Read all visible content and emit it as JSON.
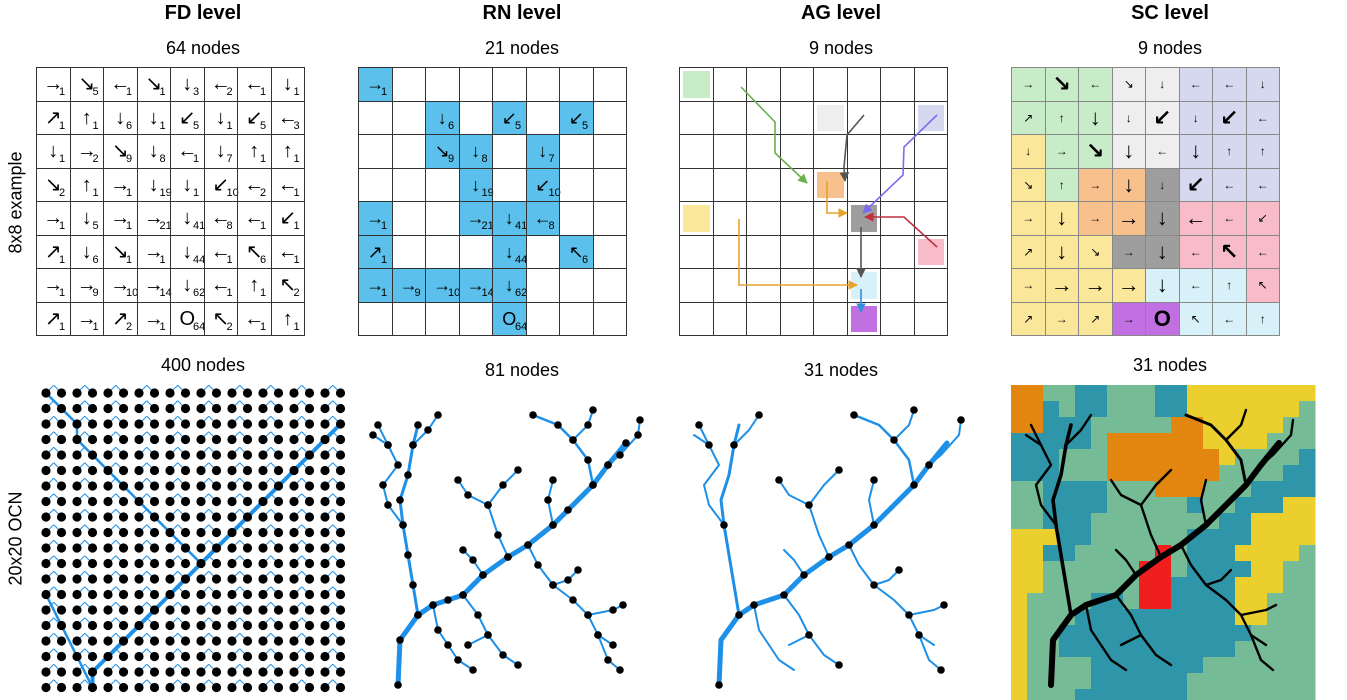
{
  "columns": [
    {
      "title": "FD level",
      "top_nodes": "64 nodes",
      "bottom_nodes": "400 nodes"
    },
    {
      "title": "RN level",
      "top_nodes": "21 nodes",
      "bottom_nodes": "81 nodes"
    },
    {
      "title": "AG level",
      "top_nodes": "9 nodes",
      "bottom_nodes": "31 nodes"
    },
    {
      "title": "SC level",
      "top_nodes": "9 nodes",
      "bottom_nodes": "31 nodes"
    }
  ],
  "rows": [
    "8x8 example",
    "20x20 OCN"
  ],
  "fd_grid": [
    [
      [
        "→",
        "1"
      ],
      [
        "↘",
        "5"
      ],
      [
        "←",
        "1"
      ],
      [
        "↘",
        "1"
      ],
      [
        "↓",
        "3"
      ],
      [
        "←",
        "2"
      ],
      [
        "←",
        "1"
      ],
      [
        "↓",
        "1"
      ]
    ],
    [
      [
        "↗",
        "1"
      ],
      [
        "↑",
        "1"
      ],
      [
        "↓",
        "6"
      ],
      [
        "↓",
        "1"
      ],
      [
        "↙",
        "5"
      ],
      [
        "↓",
        "1"
      ],
      [
        "↙",
        "5"
      ],
      [
        "←",
        "3"
      ]
    ],
    [
      [
        "↓",
        "1"
      ],
      [
        "→",
        "2"
      ],
      [
        "↘",
        "9"
      ],
      [
        "↓",
        "8"
      ],
      [
        "←",
        "1"
      ],
      [
        "↓",
        "7"
      ],
      [
        "↑",
        "1"
      ],
      [
        "↑",
        "1"
      ]
    ],
    [
      [
        "↘",
        "2"
      ],
      [
        "↑",
        "1"
      ],
      [
        "→",
        "1"
      ],
      [
        "↓",
        "19"
      ],
      [
        "↓",
        "1"
      ],
      [
        "↙",
        "10"
      ],
      [
        "←",
        "2"
      ],
      [
        "←",
        "1"
      ]
    ],
    [
      [
        "→",
        "1"
      ],
      [
        "↓",
        "5"
      ],
      [
        "→",
        "1"
      ],
      [
        "→",
        "21"
      ],
      [
        "↓",
        "41"
      ],
      [
        "←",
        "8"
      ],
      [
        "←",
        "1"
      ],
      [
        "↙",
        "1"
      ]
    ],
    [
      [
        "↗",
        "1"
      ],
      [
        "↓",
        "6"
      ],
      [
        "↘",
        "1"
      ],
      [
        "→",
        "1"
      ],
      [
        "↓",
        "44"
      ],
      [
        "←",
        "1"
      ],
      [
        "↖",
        "6"
      ],
      [
        "←",
        "1"
      ]
    ],
    [
      [
        "→",
        "1"
      ],
      [
        "→",
        "9"
      ],
      [
        "→",
        "10"
      ],
      [
        "→",
        "14"
      ],
      [
        "↓",
        "62"
      ],
      [
        "←",
        "1"
      ],
      [
        "↑",
        "1"
      ],
      [
        "↖",
        "2"
      ]
    ],
    [
      [
        "↗",
        "1"
      ],
      [
        "→",
        "1"
      ],
      [
        "↗",
        "2"
      ],
      [
        "→",
        "1"
      ],
      [
        "O",
        "64"
      ],
      [
        "↖",
        "2"
      ],
      [
        "←",
        "1"
      ],
      [
        "↑",
        "1"
      ]
    ]
  ],
  "colors": {
    "rn_blue": "#5bc0eb",
    "net_blue": "#1e90e8",
    "sc_green": "#c8ecc8",
    "sc_grey": "#eeeeee",
    "sc_lav": "#d6d8f0",
    "sc_yellow": "#fbe79a",
    "sc_orange": "#f7c08c",
    "sc_dgrey": "#9e9e9e",
    "sc_pink": "#f7bcc8",
    "sc_light": "#d8f0f8",
    "sc_purple": "#c070e0",
    "map_teal": "#2f95a8",
    "map_green": "#74bb96",
    "map_orange": "#e3860f",
    "map_yellow": "#ebcf2e",
    "map_red": "#f01e1e"
  }
}
